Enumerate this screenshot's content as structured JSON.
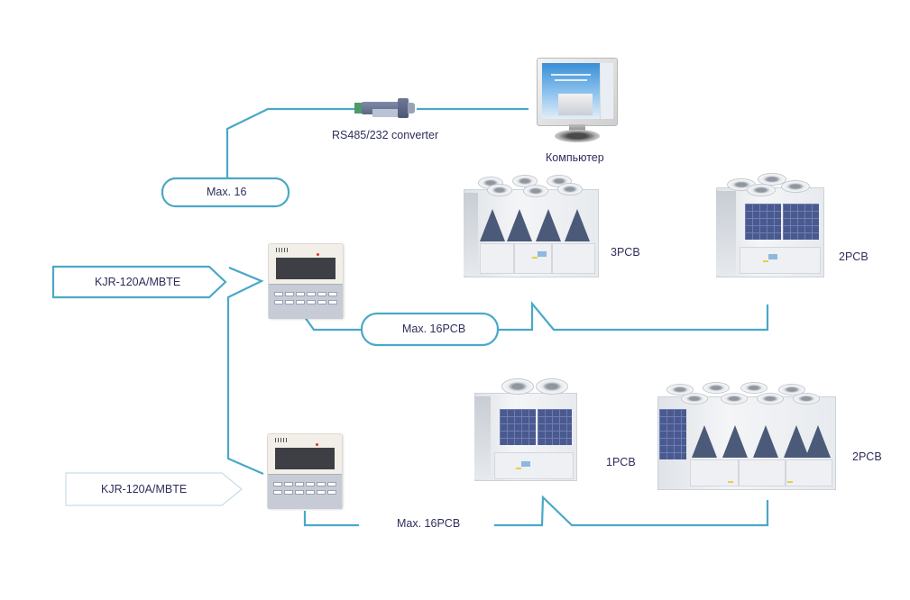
{
  "diagram": {
    "line_color": "#4aa8c8",
    "pc_group": {
      "pill_label": "Max. 16",
      "converter_label": "RS485/232 converter",
      "computer_label": "Компьютер"
    },
    "group_1": {
      "controller_label": "KJR-120A/MBTE",
      "bus_label": "Max. 16PCB",
      "units": [
        {
          "label": "3PCB",
          "type": "modular chiller, V-coil, 6 fans"
        },
        {
          "label": "2PCB",
          "type": "modular chiller, flat coil, 4 fans"
        }
      ]
    },
    "group_2": {
      "controller_label": "KJR-120A/MBTE",
      "bus_label": "Max. 16PCB",
      "units": [
        {
          "label": "1PCB",
          "type": "modular chiller, flat coil, 2 fans"
        },
        {
          "label": "2PCB",
          "type": "modular chiller, V-coil, 8 fans"
        }
      ]
    }
  }
}
